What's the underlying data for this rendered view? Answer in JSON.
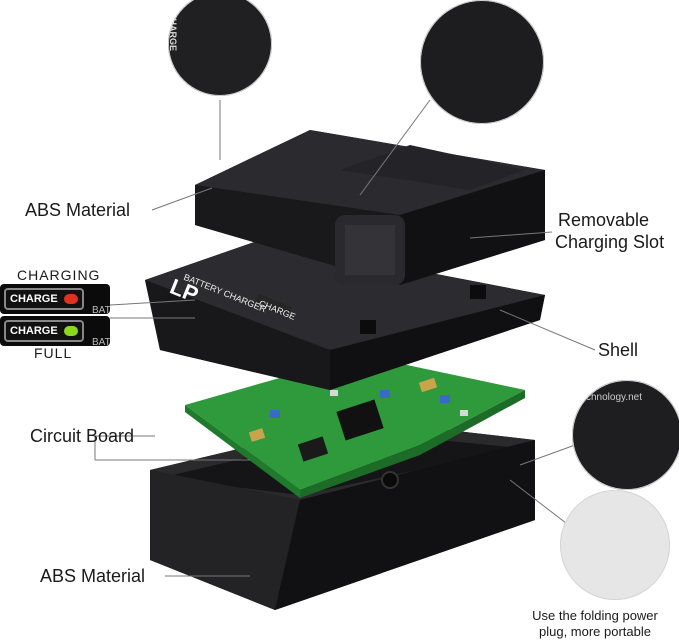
{
  "labels": {
    "abs_material_top": "ABS Material",
    "removable_line1": "Removable",
    "removable_line2": "Charging Slot",
    "shell": "Shell",
    "circuit_board": "Circuit Board",
    "abs_material_bottom": "ABS Material",
    "charging": "CHARGING",
    "full": "FULL",
    "charge_red": "CHARGE",
    "charge_green": "CHARGE",
    "bat_top": "BAT",
    "bat_bottom": "BAT"
  },
  "device_text": {
    "logo": "LP",
    "charger_label": "BATTERY CHARGER",
    "charge_label": "CHARGE",
    "charge_tag_top": "CHARGE",
    "website": "chnology.net"
  },
  "caption": {
    "line1": "Use the folding power",
    "line2": "plug, more portable"
  },
  "colors": {
    "led_red": "#e0301e",
    "led_green": "#8cd81e",
    "pcb_green": "#2f9a3c",
    "shell_dark": "#1d1d1f"
  }
}
